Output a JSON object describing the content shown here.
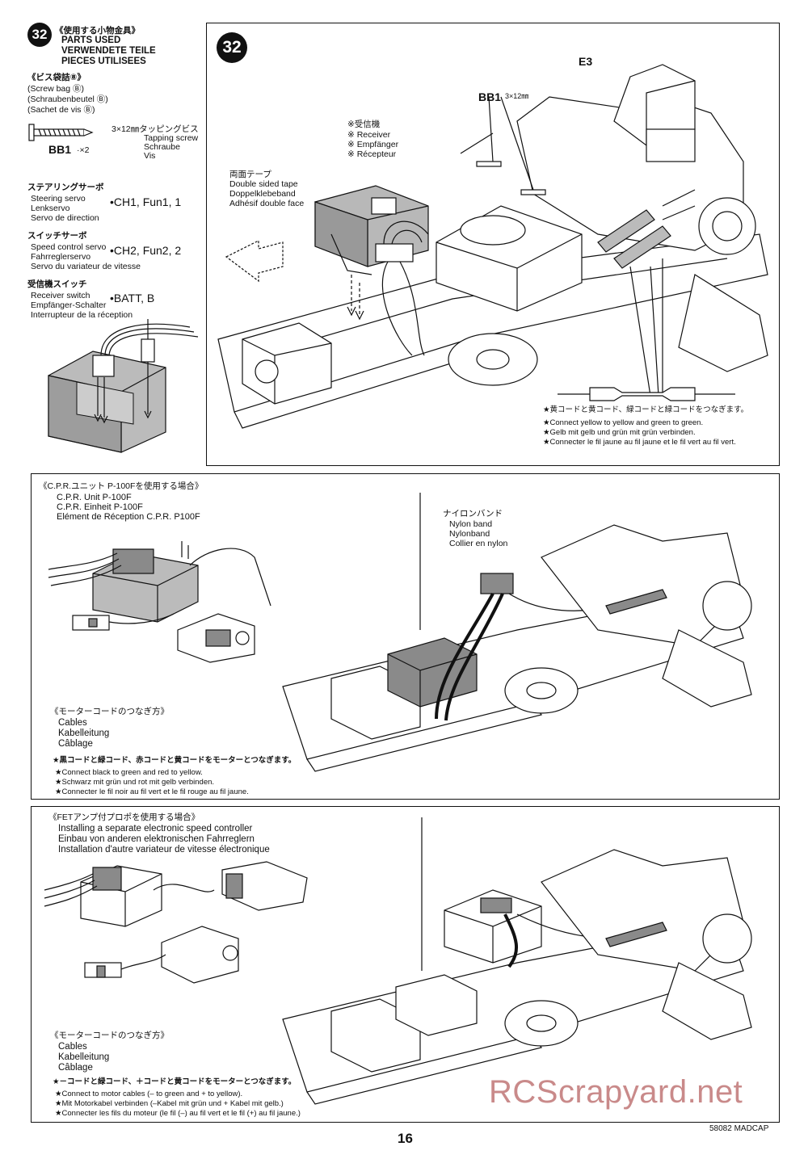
{
  "left_panel": {
    "step_number": "32",
    "header_jp": "《使用する小物金具》",
    "header_lines": [
      "PARTS USED",
      "VERWENDETE TEILE",
      "PIECES UTILISEES"
    ],
    "bag_jp": "《ビス袋詰⑧》",
    "bag_lines": [
      "(Screw bag Ⓑ)",
      "(Schraubenbeutel Ⓑ)",
      "(Sachet de vis Ⓑ)"
    ],
    "screw_size_jp": "3×12㎜タッピングビス",
    "screw_names": [
      "Tapping screw",
      "Schraube",
      "Vis"
    ],
    "screw_code": "BB1",
    "screw_qty": "·×2",
    "steering": {
      "jp": "ステアリングサーボ",
      "lines": [
        "Steering servo",
        "Lenkservo",
        "Servo de direction"
      ],
      "channel": "•CH1, Fun1, 1"
    },
    "switch": {
      "jp": "スイッチサーボ",
      "lines": [
        "Speed control servo",
        "Fahrreglerservo",
        "Servo du variateur de vitesse"
      ],
      "channel": "•CH2, Fun2, 2"
    },
    "receiver_switch": {
      "jp": "受信機スイッチ",
      "lines": [
        "Receiver switch",
        "Empfänger-Schalter",
        "Interrupteur de la réception"
      ],
      "channel": "•BATT, B"
    }
  },
  "main_panel": {
    "step_number": "32",
    "part_e3": "E3",
    "part_bb1": "BB1",
    "bb1_size": "3×12㎜",
    "receiver_jp": "※受信機",
    "receiver_lines": [
      "※ Receiver",
      "※ Empfänger",
      "※ Récepteur"
    ],
    "tape_jp": "両面テープ",
    "tape_lines": [
      "Double sided tape",
      "Doppelklebeband",
      "Adhésif double face"
    ],
    "note_jp": "★黄コードと黄コード、緑コードと緑コードをつなぎます。",
    "note_lines": [
      "★Connect yellow to yellow and green to green.",
      "★Gelb mit gelb und grün mit grün verbinden.",
      "★Connecter le fil jaune au fil jaune et le fil vert au fil vert."
    ]
  },
  "cpr_panel": {
    "title_jp": "《C.P.R.ユニット P-100Fを使用する場合》",
    "title_lines": [
      "C.P.R. Unit P-100F",
      "C.P.R. Einheit P-100F",
      "Elément de Réception C.P.R. P100F"
    ],
    "nylon_jp": "ナイロンバンド",
    "nylon_lines": [
      "Nylon band",
      "Nylonband",
      "Collier en nylon"
    ],
    "cables_jp": "《モーターコードのつなぎ方》",
    "cables_lines": [
      "Cables",
      "Kabelleitung",
      "Câblage"
    ],
    "note_jp": "★黒コードと緑コード、赤コードと黄コードをモーターとつなぎます。",
    "note_lines": [
      "★Connect black to green and red to yellow.",
      "★Schwarz mit grün und rot mit gelb verbinden.",
      "★Connecter le fil noir au fil vert et le fil rouge au fil jaune."
    ]
  },
  "fet_panel": {
    "title_jp": "《FETアンプ付プロポを使用する場合》",
    "title_lines": [
      "Installing a separate electronic speed controller",
      "Einbau von anderen elektronischen Fahrreglern",
      "Installation d'autre variateur de vitesse électronique"
    ],
    "cables_jp": "《モーターコードのつなぎ方》",
    "cables_lines": [
      "Cables",
      "Kabelleitung",
      "Câblage"
    ],
    "note_jp": "★－コードと緑コード、＋コードと黄コードをモーターとつなぎます。",
    "note_lines": [
      "★Connect to motor cables (– to green and + to yellow).",
      "★Mit Motorkabel verbinden (–Kabel mit grün und + Kabel mit gelb.)",
      "★Connecter les fils du moteur (le fil (–) au fil vert et le fil (+) au fil jaune.)"
    ]
  },
  "footer": {
    "page_number": "16",
    "model_code": "58082 MADCAP",
    "watermark": "RCScrapyard.net"
  }
}
